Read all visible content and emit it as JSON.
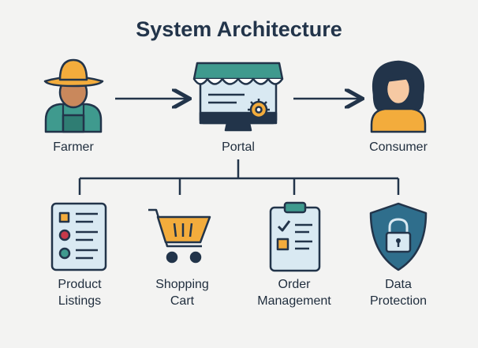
{
  "title": "System Architecture",
  "top_nodes": {
    "farmer": "Farmer",
    "portal": "Portal",
    "consumer": "Consumer"
  },
  "modules": {
    "product_listings": [
      "Product",
      "Listings"
    ],
    "shopping_cart": [
      "Shopping",
      "Cart"
    ],
    "order_management": [
      "Order",
      "Management"
    ],
    "data_protection": [
      "Data",
      "Protection"
    ]
  },
  "colors": {
    "background": "#f3f3f2",
    "ink": "#22344a",
    "teal": "#3f9a8e",
    "orange": "#f3ac3c",
    "red": "#c6394a",
    "screen": "#d9e9f2"
  },
  "icons": [
    "farmer-icon",
    "portal-storefront-icon",
    "consumer-icon",
    "listing-icon",
    "cart-icon",
    "clipboard-icon",
    "shield-lock-icon"
  ]
}
